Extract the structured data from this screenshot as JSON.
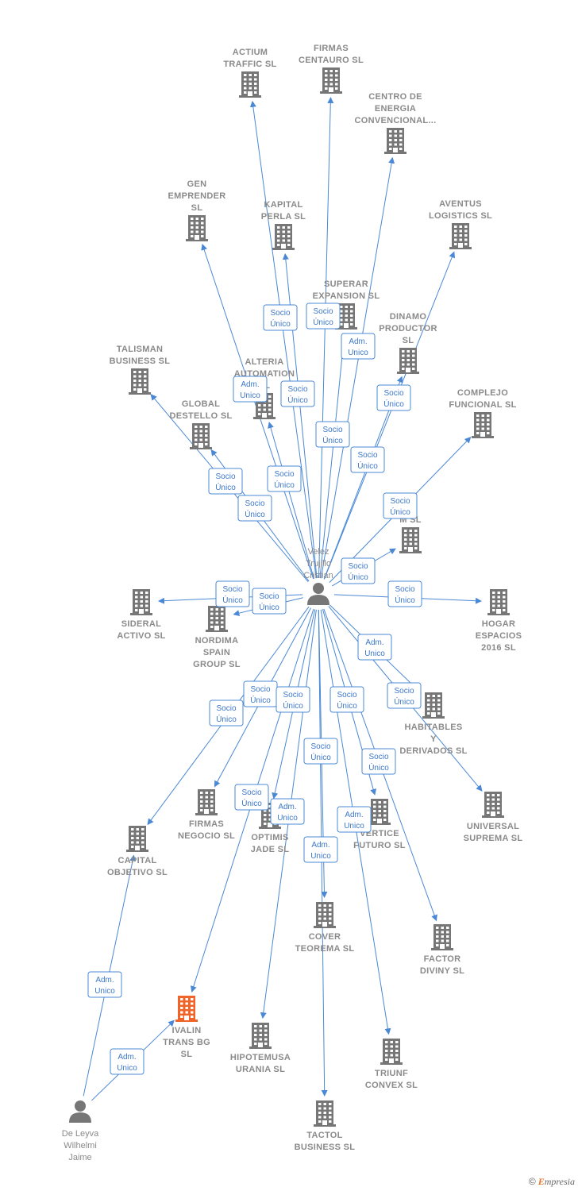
{
  "colors": {
    "edge": "#4a88d6",
    "edge_text": "#3d78c9",
    "building": "#767676",
    "highlight_building": "#f0642a",
    "label": "#8a8a8a"
  },
  "brand": {
    "copyright": "©",
    "initial": "E",
    "rest": "mpresia"
  },
  "persons": [
    {
      "id": "velez",
      "icon": "person-icon",
      "lines": [
        "Velez",
        "Trujillo",
        "Cristian"
      ]
    },
    {
      "id": "deleyva",
      "icon": "person-icon",
      "lines": [
        "De Leyva",
        "Wilhelmi",
        "Jaime"
      ]
    }
  ],
  "companies": [
    {
      "id": "actium",
      "icon": "building-icon",
      "lines": [
        "ACTIUM",
        "TRAFFIC  SL"
      ]
    },
    {
      "id": "firmas_centauro",
      "icon": "building-icon",
      "lines": [
        "FIRMAS",
        "CENTAURO  SL"
      ]
    },
    {
      "id": "centro_energia",
      "icon": "building-icon",
      "lines": [
        "CENTRO DE",
        "ENERGIA",
        "CONVENCIONAL..."
      ]
    },
    {
      "id": "gen_emprender",
      "icon": "building-icon",
      "lines": [
        "GEN",
        "EMPRENDER",
        "SL"
      ]
    },
    {
      "id": "kapital_perla",
      "icon": "building-icon",
      "lines": [
        "KAPITAL",
        "PERLA  SL"
      ]
    },
    {
      "id": "aventus",
      "icon": "building-icon",
      "lines": [
        "AVENTUS",
        "LOGISTICS  SL"
      ]
    },
    {
      "id": "superar",
      "icon": "building-icon",
      "lines": [
        "SUPERAR",
        "EXPANSION  SL"
      ]
    },
    {
      "id": "dinamo",
      "icon": "building-icon",
      "lines": [
        "DINAMO",
        "PRODUCTOR",
        "SL"
      ]
    },
    {
      "id": "talisman",
      "icon": "building-icon",
      "lines": [
        "TALISMAN",
        "BUSINESS  SL"
      ]
    },
    {
      "id": "alteria",
      "icon": "building-icon",
      "lines": [
        "ALTERIA",
        "AUTOMATION",
        "SL"
      ]
    },
    {
      "id": "complejo",
      "icon": "building-icon",
      "lines": [
        "COMPLEJO",
        "FUNCIONAL  SL"
      ]
    },
    {
      "id": "global_destello",
      "icon": "building-icon",
      "lines": [
        "GLOBAL",
        "DESTELLO  SL"
      ]
    },
    {
      "id": "til",
      "icon": "building-icon",
      "lines": [
        "TIL",
        "M  SL"
      ]
    },
    {
      "id": "sideral",
      "icon": "building-icon",
      "lines": [
        "SIDERAL",
        "ACTIVO  SL"
      ]
    },
    {
      "id": "nordima",
      "icon": "building-icon",
      "lines": [
        "NORDIMA",
        "SPAIN",
        "GROUP  SL"
      ]
    },
    {
      "id": "hogar",
      "icon": "building-icon",
      "lines": [
        "HOGAR",
        "ESPACIOS",
        "2016  SL"
      ]
    },
    {
      "id": "habitables",
      "icon": "building-icon",
      "lines": [
        "HABITABLES",
        "Y",
        "DERIVADOS  SL"
      ]
    },
    {
      "id": "universal",
      "icon": "building-icon",
      "lines": [
        "UNIVERSAL",
        "SUPREMA  SL"
      ]
    },
    {
      "id": "firmas_negocio",
      "icon": "building-icon",
      "lines": [
        "FIRMAS",
        "NEGOCIO  SL"
      ]
    },
    {
      "id": "optimis",
      "icon": "building-icon",
      "lines": [
        "OPTIMIS",
        "JADE  SL"
      ]
    },
    {
      "id": "vertice",
      "icon": "building-icon",
      "lines": [
        "VERTICE",
        "FUTURO  SL"
      ]
    },
    {
      "id": "capital_objetivo",
      "icon": "building-icon",
      "lines": [
        "CAPITAL",
        "OBJETIVO  SL"
      ]
    },
    {
      "id": "cover",
      "icon": "building-icon",
      "lines": [
        "COVER",
        "TEOREMA  SL"
      ]
    },
    {
      "id": "factor",
      "icon": "building-icon",
      "lines": [
        "FACTOR",
        "DIVINY  SL"
      ]
    },
    {
      "id": "ivalin",
      "icon": "building-icon",
      "highlight": true,
      "lines": [
        "IVALIN",
        "TRANS BG",
        "SL"
      ]
    },
    {
      "id": "hipotemusa",
      "icon": "building-icon",
      "lines": [
        "HIPOTEMUSA",
        "URANIA SL"
      ]
    },
    {
      "id": "triunf",
      "icon": "building-icon",
      "lines": [
        "TRIUNF",
        "CONVEX  SL"
      ]
    },
    {
      "id": "tactol",
      "icon": "building-icon",
      "lines": [
        "TACTOL",
        "BUSINESS  SL"
      ]
    }
  ],
  "edges": [
    {
      "from": "velez",
      "to": "actium",
      "label": [
        "Socio",
        "Único"
      ]
    },
    {
      "from": "velez",
      "to": "firmas_centauro",
      "label": [
        "Socio",
        "Único"
      ]
    },
    {
      "from": "velez",
      "to": "centro_energia",
      "label": [
        "Adm.",
        "Unico"
      ]
    },
    {
      "from": "velez",
      "to": "gen_emprender",
      "label": [
        "Adm.",
        "Unico"
      ]
    },
    {
      "from": "velez",
      "to": "kapital_perla",
      "label": [
        "Socio",
        "Único"
      ]
    },
    {
      "from": "velez",
      "to": "aventus",
      "label": [
        "Socio",
        "Único"
      ]
    },
    {
      "from": "velez",
      "to": "superar",
      "label": [
        "Socio",
        "Único"
      ]
    },
    {
      "from": "velez",
      "to": "dinamo",
      "label": [
        "Socio",
        "Único"
      ]
    },
    {
      "from": "velez",
      "to": "talisman",
      "label": [
        "Socio",
        "Único"
      ]
    },
    {
      "from": "velez",
      "to": "alteria",
      "label": [
        "Socio",
        "Único"
      ]
    },
    {
      "from": "velez",
      "to": "complejo",
      "label": [
        "Socio",
        "Único"
      ]
    },
    {
      "from": "velez",
      "to": "global_destello",
      "label": [
        "Socio",
        "Único"
      ]
    },
    {
      "from": "velez",
      "to": "til",
      "label": [
        "Socio",
        "Único"
      ]
    },
    {
      "from": "velez",
      "to": "sideral",
      "label": [
        "Socio",
        "Único"
      ]
    },
    {
      "from": "velez",
      "to": "nordima",
      "label": [
        "Socio",
        "Único"
      ]
    },
    {
      "from": "velez",
      "to": "hogar",
      "label": [
        "Socio",
        "Único"
      ]
    },
    {
      "from": "velez",
      "to": "habitables",
      "label": [
        "Adm.",
        "Unico"
      ]
    },
    {
      "from": "velez",
      "to": "universal",
      "label": [
        "Socio",
        "Único"
      ]
    },
    {
      "from": "velez",
      "to": "firmas_negocio",
      "label": [
        "Socio",
        "Único"
      ]
    },
    {
      "from": "velez",
      "to": "optimis",
      "label": [
        "Socio",
        "Único"
      ]
    },
    {
      "from": "velez",
      "to": "vertice",
      "label": [
        "Socio",
        "Único"
      ]
    },
    {
      "from": "velez",
      "to": "capital_objetivo",
      "label": [
        "Socio",
        "Único"
      ]
    },
    {
      "from": "velez",
      "to": "cover",
      "label": [
        "Socio",
        "Único"
      ]
    },
    {
      "from": "velez",
      "to": "factor",
      "label": [
        "Socio",
        "Único"
      ]
    },
    {
      "from": "velez",
      "to": "ivalin",
      "label": [
        "Socio",
        "Único"
      ]
    },
    {
      "from": "velez",
      "to": "hipotemusa",
      "label": [
        "Adm.",
        "Unico"
      ]
    },
    {
      "from": "velez",
      "to": "triunf",
      "label": [
        "Adm.",
        "Unico"
      ]
    },
    {
      "from": "velez",
      "to": "tactol",
      "label": [
        "Adm.",
        "Unico"
      ]
    },
    {
      "from": "deleyva",
      "to": "capital_objetivo",
      "label": [
        "Adm.",
        "Unico"
      ]
    },
    {
      "from": "deleyva",
      "to": "ivalin",
      "label": [
        "Adm.",
        "Unico"
      ]
    }
  ]
}
